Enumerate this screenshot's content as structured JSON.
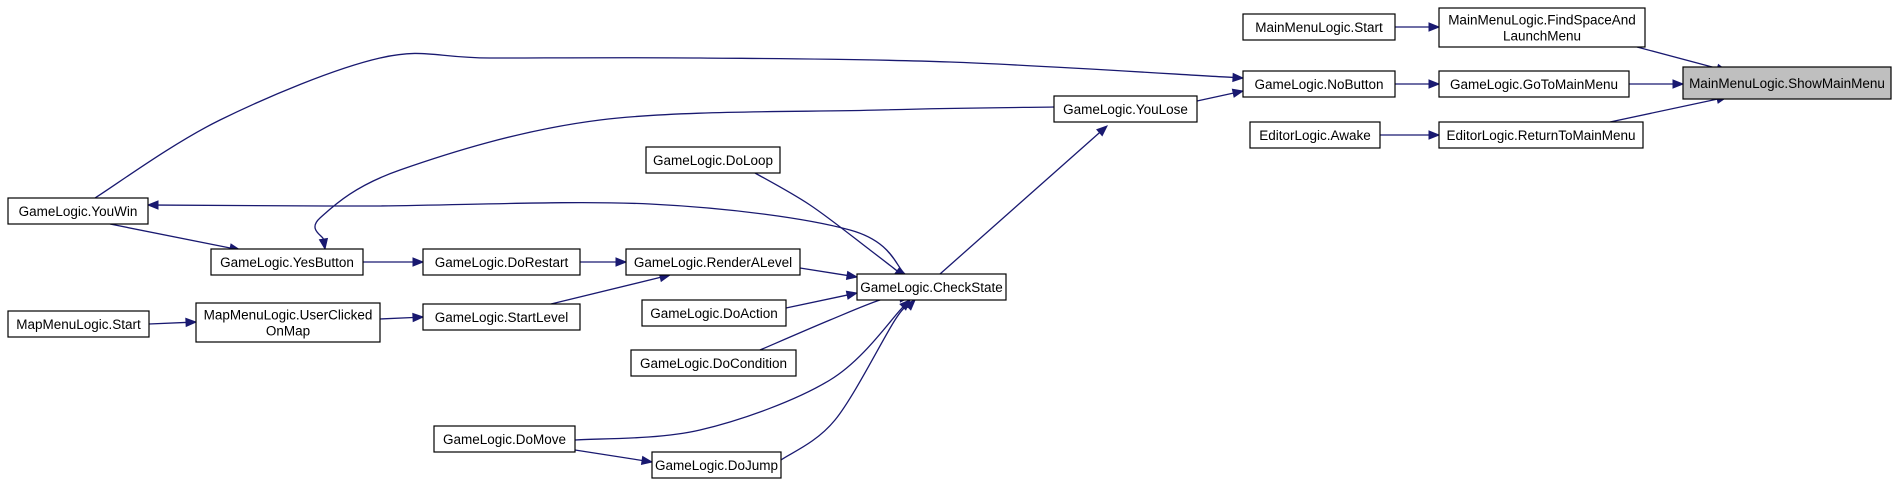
{
  "diagram": {
    "type": "call-graph",
    "colors": {
      "edge": "#191970",
      "node_border": "#000000",
      "node_fill": "#ffffff",
      "root_fill": "#bfbfbf"
    },
    "nodes": [
      {
        "id": "showmainmenu",
        "lines": [
          "MainMenuLogic.ShowMainMenu"
        ],
        "root": true
      },
      {
        "id": "findspace",
        "lines": [
          "MainMenuLogic.FindSpaceAnd",
          "LaunchMenu"
        ]
      },
      {
        "id": "mmstart",
        "lines": [
          "MainMenuLogic.Start"
        ]
      },
      {
        "id": "gotomain",
        "lines": [
          "GameLogic.GoToMainMenu"
        ]
      },
      {
        "id": "nobutton",
        "lines": [
          "GameLogic.NoButton"
        ]
      },
      {
        "id": "returnmain",
        "lines": [
          "EditorLogic.ReturnToMainMenu"
        ]
      },
      {
        "id": "editorawake",
        "lines": [
          "EditorLogic.Awake"
        ]
      },
      {
        "id": "youlose",
        "lines": [
          "GameLogic.YouLose"
        ]
      },
      {
        "id": "youwin",
        "lines": [
          "GameLogic.YouWin"
        ]
      },
      {
        "id": "yesbutton",
        "lines": [
          "GameLogic.YesButton"
        ]
      },
      {
        "id": "checkstate",
        "lines": [
          "GameLogic.CheckState"
        ]
      },
      {
        "id": "doloop",
        "lines": [
          "GameLogic.DoLoop"
        ]
      },
      {
        "id": "dorestart",
        "lines": [
          "GameLogic.DoRestart"
        ]
      },
      {
        "id": "renderalevel",
        "lines": [
          "GameLogic.RenderALevel"
        ]
      },
      {
        "id": "startlevel",
        "lines": [
          "GameLogic.StartLevel"
        ]
      },
      {
        "id": "userclicked",
        "lines": [
          "MapMenuLogic.UserClicked",
          "OnMap"
        ]
      },
      {
        "id": "mapstart",
        "lines": [
          "MapMenuLogic.Start"
        ]
      },
      {
        "id": "doaction",
        "lines": [
          "GameLogic.DoAction"
        ]
      },
      {
        "id": "docondition",
        "lines": [
          "GameLogic.DoCondition"
        ]
      },
      {
        "id": "domove",
        "lines": [
          "GameLogic.DoMove"
        ]
      },
      {
        "id": "dojump",
        "lines": [
          "GameLogic.DoJump"
        ]
      }
    ],
    "edges": [
      {
        "from": "findspace",
        "to": "showmainmenu"
      },
      {
        "from": "gotomain",
        "to": "showmainmenu"
      },
      {
        "from": "returnmain",
        "to": "showmainmenu"
      },
      {
        "from": "mmstart",
        "to": "findspace"
      },
      {
        "from": "nobutton",
        "to": "gotomain"
      },
      {
        "from": "editorawake",
        "to": "returnmain"
      },
      {
        "from": "youlose",
        "to": "nobutton"
      },
      {
        "from": "youwin",
        "to": "nobutton"
      },
      {
        "from": "checkstate",
        "to": "youlose"
      },
      {
        "from": "youlose",
        "to": "yesbutton"
      },
      {
        "from": "checkstate",
        "to": "youwin"
      },
      {
        "from": "youwin",
        "to": "yesbutton"
      },
      {
        "from": "yesbutton",
        "to": "dorestart"
      },
      {
        "from": "dorestart",
        "to": "renderalevel"
      },
      {
        "from": "startlevel",
        "to": "renderalevel"
      },
      {
        "from": "userclicked",
        "to": "startlevel"
      },
      {
        "from": "mapstart",
        "to": "userclicked"
      },
      {
        "from": "renderalevel",
        "to": "checkstate"
      },
      {
        "from": "doloop",
        "to": "checkstate"
      },
      {
        "from": "doaction",
        "to": "checkstate"
      },
      {
        "from": "docondition",
        "to": "checkstate"
      },
      {
        "from": "domove",
        "to": "checkstate"
      },
      {
        "from": "dojump",
        "to": "checkstate"
      },
      {
        "from": "domove",
        "to": "dojump"
      }
    ]
  }
}
